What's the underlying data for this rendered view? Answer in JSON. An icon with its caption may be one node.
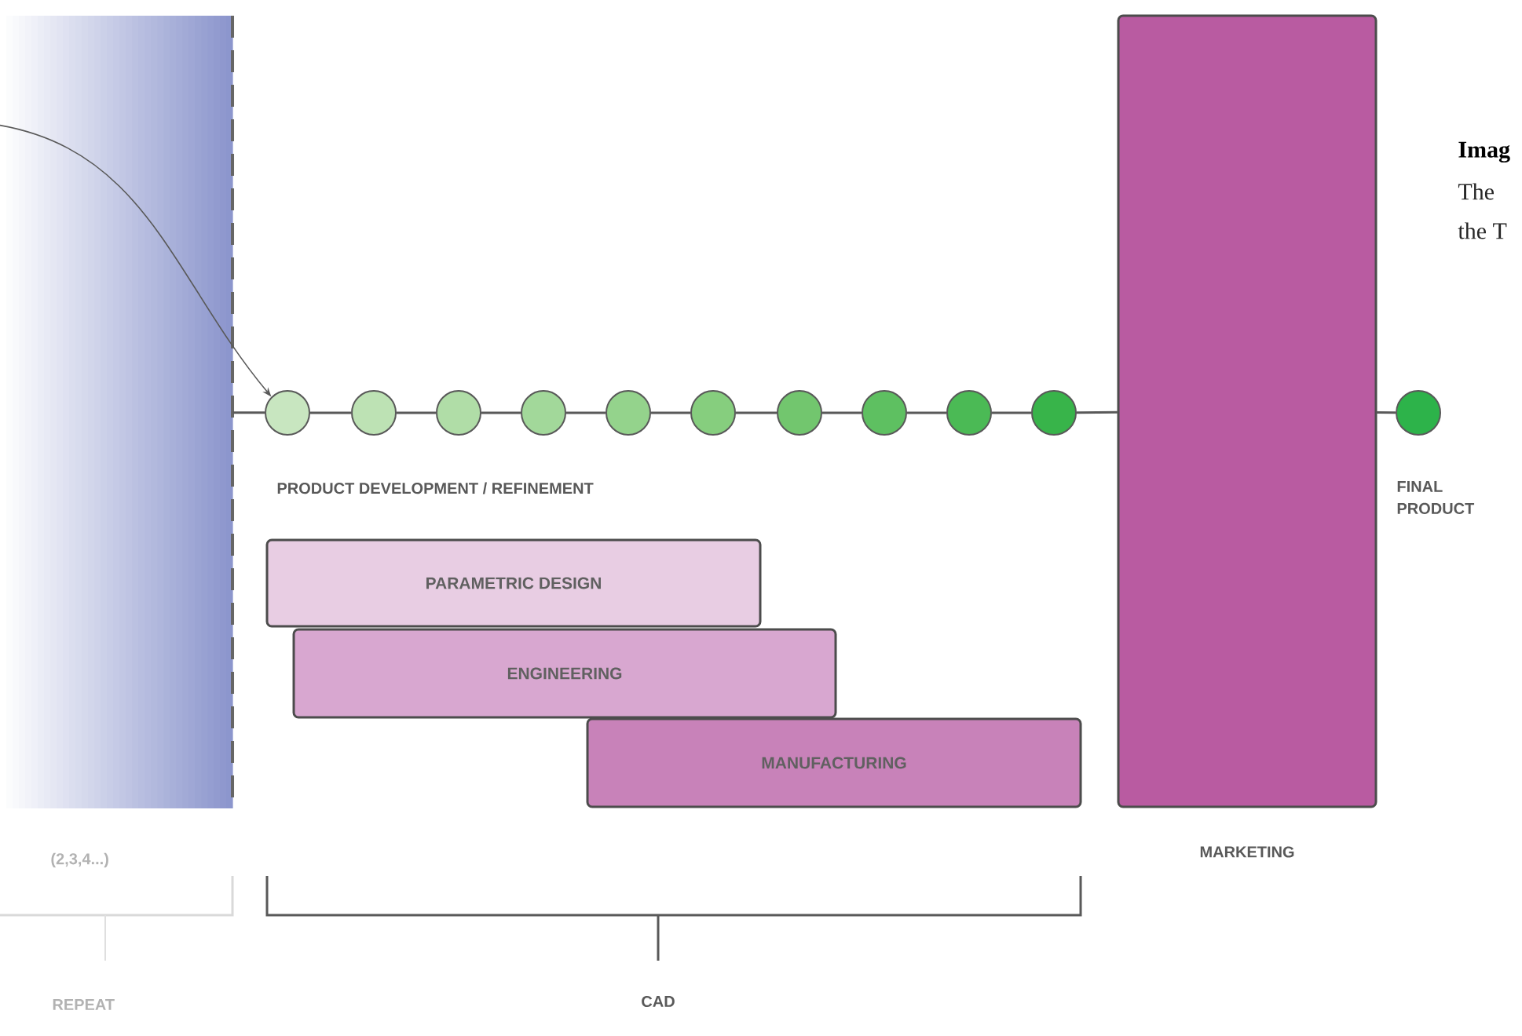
{
  "diagram": {
    "nodes": [
      {
        "text": [],
        "shape": "box"
      },
      {
        "text": [],
        "shape": "circle"
      },
      {
        "text": [],
        "shape": "circle"
      },
      {
        "text": [],
        "shape": "circle"
      },
      {
        "text": [],
        "shape": "circle"
      },
      {
        "text": [],
        "shape": "circle"
      },
      {
        "text": [],
        "shape": "circle"
      },
      {
        "text": [],
        "shape": "circle"
      },
      {
        "text": [],
        "shape": "circle"
      },
      {
        "text": [],
        "shape": "circle"
      },
      {
        "text": [],
        "shape": "circle"
      },
      {
        "text": [
          "MARKETING"
        ]
      },
      {
        "text": [],
        "shape": "circle"
      },
      {
        "text": [
          "PARAMETRIC DESIGN"
        ]
      },
      {
        "text": [
          "ENGINEERING"
        ]
      },
      {
        "text": [
          "MANUFACTURING"
        ]
      }
    ],
    "edges": [
      {
        "from": 0,
        "to": 1,
        "arrow": "to"
      },
      {
        "from": 0,
        "to": 1,
        "arrow": "none"
      },
      {
        "from": 1,
        "to": 2,
        "arrow": "none"
      },
      {
        "from": 2,
        "to": 3,
        "arrow": "none"
      },
      {
        "from": 3,
        "to": 4,
        "arrow": "none"
      },
      {
        "from": 4,
        "to": 5,
        "arrow": "none"
      },
      {
        "from": 5,
        "to": 6,
        "arrow": "none"
      },
      {
        "from": 6,
        "to": 7,
        "arrow": "none"
      },
      {
        "from": 7,
        "to": 8,
        "arrow": "none"
      },
      {
        "from": 8,
        "to": 9,
        "arrow": "none"
      },
      {
        "from": 9,
        "to": 10,
        "arrow": "none"
      },
      {
        "from": 10,
        "to": 11,
        "arrow": "none"
      },
      {
        "from": 11,
        "to": 12,
        "arrow": "none"
      }
    ],
    "labels": [
      "Imag",
      "The",
      "the T",
      "PRODUCT DEVELOPMENT / REFINEMENT",
      "FINAL PRODUCT",
      "(2,3,4...)",
      "REPEAT",
      "CAD"
    ]
  }
}
